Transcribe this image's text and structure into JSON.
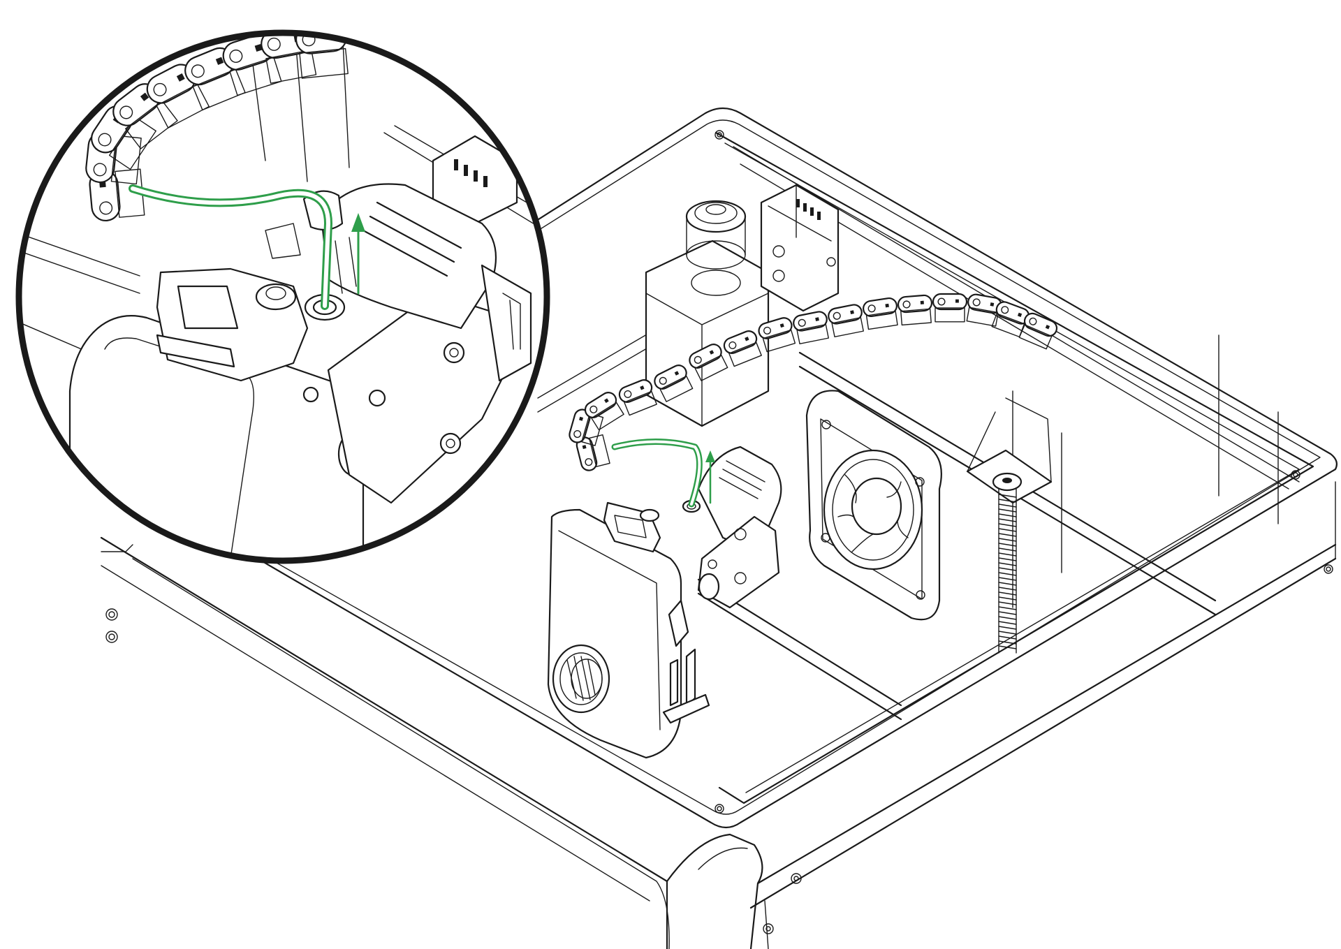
{
  "colors": {
    "background": "#ffffff",
    "line": "#1a1a1a",
    "highlight": "#2e9e4a"
  },
  "figure": {
    "subject": "printer-frame-with-toolhead-and-cable-chain",
    "callout": "magnified-toolhead-detail",
    "highlight_path": "filament-tube-route",
    "arrow_direction": "up"
  }
}
